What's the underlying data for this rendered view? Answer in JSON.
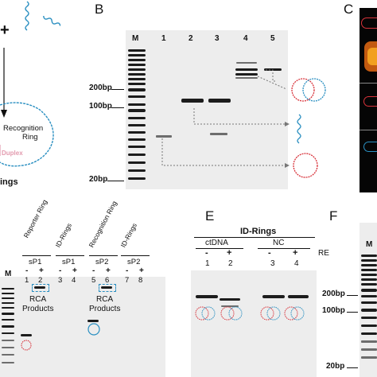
{
  "panelA": {
    "plus": "+",
    "ring_label_1": "Recognition",
    "ring_label_2": "Ring",
    "duplex": "Duplex",
    "rings": "ings"
  },
  "panelB": {
    "letter": "B",
    "lanes": [
      "M",
      "1",
      "2",
      "3",
      "4",
      "5"
    ],
    "markers": [
      "200bp",
      "100bp",
      "20bp"
    ]
  },
  "panelC": {
    "letter": "C"
  },
  "panelD": {
    "marker": "M",
    "col_headers": [
      "Reporter Ring",
      "ID-Rings",
      "Recognition Ring",
      "ID-Rings"
    ],
    "sp": [
      "sP1",
      "sP1",
      "sP2",
      "sP2"
    ],
    "signs": [
      "-",
      "+",
      "-",
      "+",
      "-",
      "+",
      "-",
      "+"
    ],
    "lanes": [
      "1",
      "2",
      "3",
      "4",
      "5",
      "6",
      "7",
      "8"
    ],
    "rca_1": "RCA",
    "rca_2": "Products"
  },
  "panelE": {
    "letter": "E",
    "title": "ID-Rings",
    "groups": [
      "ctDNA",
      "NC"
    ],
    "re": "RE",
    "signs": [
      "-",
      "+",
      "-",
      "+"
    ],
    "lanes": [
      "1",
      "2",
      "3",
      "4"
    ]
  },
  "panelF": {
    "letter": "F",
    "marker": "M",
    "markers": [
      "200bp",
      "100bp",
      "20bp"
    ]
  },
  "colors": {
    "blue_ring": "#2a8fc1",
    "red_ring": "#d8323a",
    "pink_label": "#e39aae"
  }
}
